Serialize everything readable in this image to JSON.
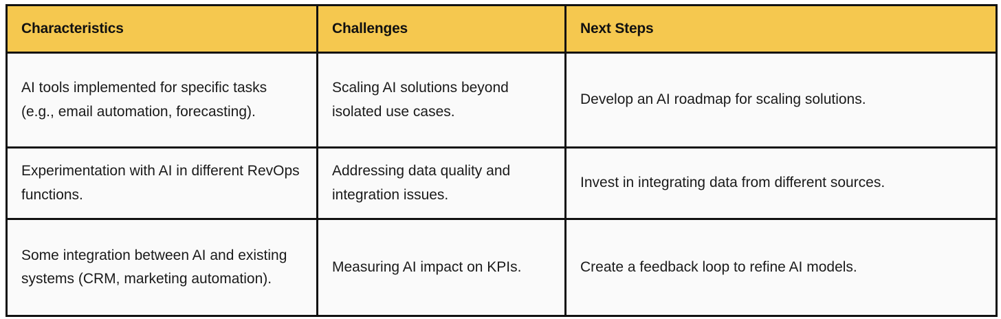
{
  "table": {
    "columns": [
      {
        "key": "characteristics",
        "header": "Characteristics"
      },
      {
        "key": "challenges",
        "header": "Challenges"
      },
      {
        "key": "next_steps",
        "header": "Next Steps"
      }
    ],
    "header_background": "#F5C84F",
    "header_text_color": "#111111",
    "body_background": "#FAFAFA",
    "border_color": "#111111",
    "rows": [
      {
        "characteristics": "AI tools implemented for specific tasks (e.g., email automation, forecasting).",
        "challenges": "Scaling AI solutions beyond isolated use cases.",
        "next_steps": "Develop an AI roadmap for scaling solutions."
      },
      {
        "characteristics": "Experimentation with AI in different RevOps functions.",
        "challenges": "Addressing data quality and integration issues.",
        "next_steps": "Invest in integrating data from different sources."
      },
      {
        "characteristics": "Some integration between AI and existing systems (CRM, marketing automation).",
        "challenges": "Measuring AI impact on KPIs.",
        "next_steps": "Create a feedback loop to refine AI models."
      }
    ]
  }
}
